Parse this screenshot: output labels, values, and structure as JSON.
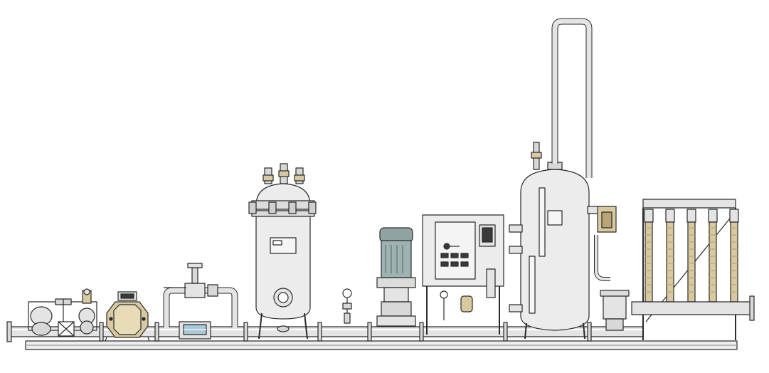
{
  "diagram": {
    "type": "process-skid-elevation",
    "colors": {
      "outline": "#2a2a2a",
      "metal": "#e4e4e4",
      "metal_light": "#f1f1f1",
      "metal_dark": "#9a9a9a",
      "brass": "#d9c9a0",
      "brass_dark": "#b8a474",
      "motor_teal": "#8fa3a3",
      "water": "#a9c9d8",
      "display": "#3a3a3a"
    },
    "components": [
      {
        "id": "inlet-valve-group",
        "kind": "valve-train"
      },
      {
        "id": "strainer-housing",
        "kind": "strainer"
      },
      {
        "id": "bypass-loop",
        "kind": "piping-with-valves"
      },
      {
        "id": "sight-glass-box",
        "kind": "sight-glass"
      },
      {
        "id": "pressure-filter-vessel",
        "kind": "vertical-vessel"
      },
      {
        "id": "pressure-gauge",
        "kind": "gauge"
      },
      {
        "id": "vertical-pump",
        "kind": "pump-motor"
      },
      {
        "id": "control-cabinet",
        "kind": "electrical-panel"
      },
      {
        "id": "deaerator-tank",
        "kind": "vertical-vessel"
      },
      {
        "id": "vent-stack",
        "kind": "piping"
      },
      {
        "id": "relief-valve-pair",
        "kind": "valve"
      },
      {
        "id": "y-strainer",
        "kind": "strainer"
      },
      {
        "id": "uv-reactor-bank",
        "kind": "reactor-array",
        "count": 5
      }
    ]
  }
}
